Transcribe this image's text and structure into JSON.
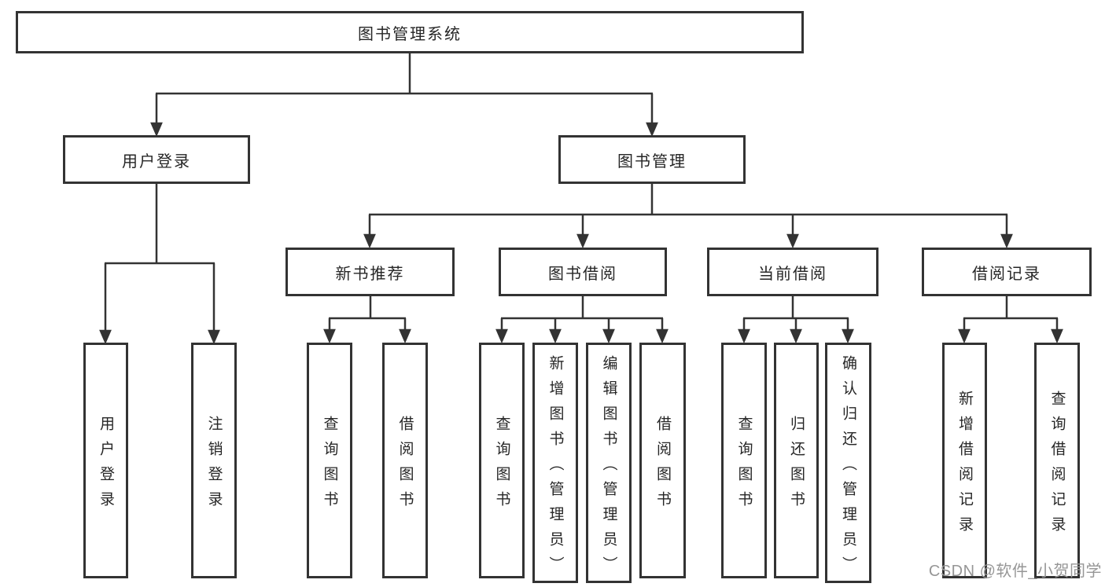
{
  "tree": {
    "root": {
      "label": "图书管理系统"
    },
    "branches": [
      {
        "label": "用户登录",
        "children": [
          {
            "label": "用户登录"
          },
          {
            "label": "注销登录"
          }
        ]
      },
      {
        "label": "图书管理",
        "sections": [
          {
            "label": "新书推荐",
            "children": [
              {
                "label": "查询图书"
              },
              {
                "label": "借阅图书"
              }
            ]
          },
          {
            "label": "图书借阅",
            "children": [
              {
                "label": "查询图书"
              },
              {
                "label": "新增图书（管理员）"
              },
              {
                "label": "编辑图书（管理员）"
              },
              {
                "label": "借阅图书"
              }
            ]
          },
          {
            "label": "当前借阅",
            "children": [
              {
                "label": "查询图书"
              },
              {
                "label": "归还图书"
              },
              {
                "label": "确认归还（管理员）"
              }
            ]
          },
          {
            "label": "借阅记录",
            "children": [
              {
                "label": "新增借阅记录"
              },
              {
                "label": "查询借阅记录"
              }
            ]
          }
        ]
      }
    ]
  },
  "watermark": "CSDN @软件_小贺同学",
  "colors": {
    "line": "#333333",
    "box_border": "#333333",
    "box_fill": "#ffffff",
    "text": "#262626",
    "watermark_text": "#969696",
    "background": "#ffffff"
  }
}
